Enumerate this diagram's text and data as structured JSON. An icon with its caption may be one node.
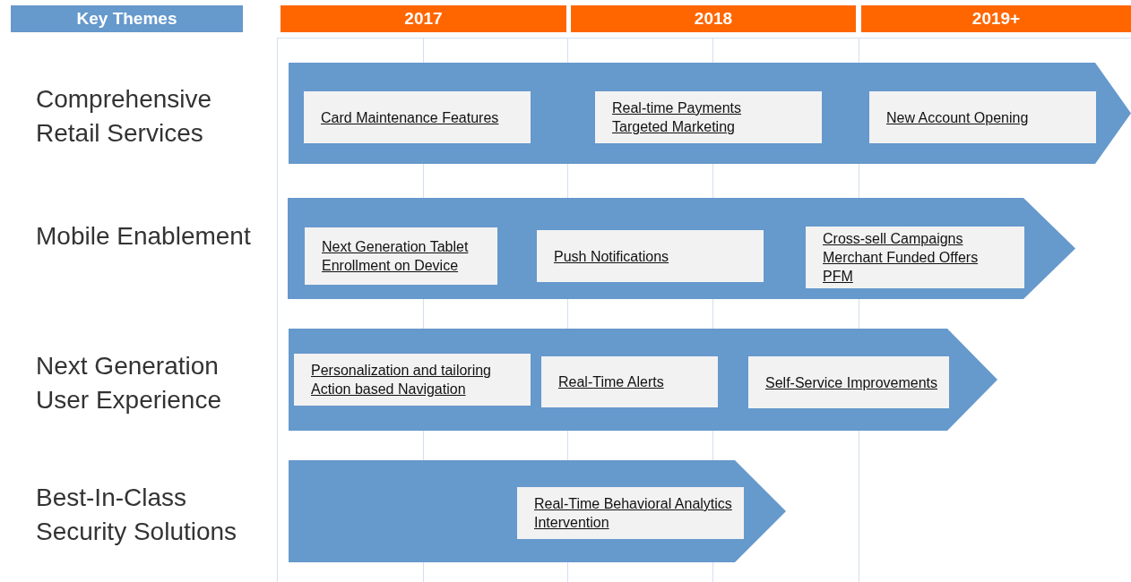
{
  "diagram": {
    "nodes": [
      {
        "text": [
          "Key Themes"
        ]
      },
      {
        "text": [
          "2017"
        ]
      },
      {
        "text": [
          "2018"
        ]
      },
      {
        "text": [
          "2019+"
        ]
      },
      {
        "text": [],
        "shape": "arrow"
      },
      {
        "text": [
          "Card Maintenance Features"
        ],
        "in": 4
      },
      {
        "text": [
          "Real-time Payments",
          "Targeted Marketing"
        ],
        "in": 4
      },
      {
        "text": [
          "New Account Opening"
        ],
        "in": 4
      },
      {
        "text": [],
        "shape": "arrow"
      },
      {
        "text": [
          "Next Generation Tablet",
          "Enrollment on Device"
        ],
        "in": 8
      },
      {
        "text": [
          "Push Notifications"
        ],
        "in": 8
      },
      {
        "text": [
          "Cross-sell Campaigns",
          "Merchant Funded Offers",
          "PFM"
        ],
        "in": 8
      },
      {
        "text": [],
        "shape": "arrow"
      },
      {
        "text": [
          "Personalization and tailoring",
          "Action based Navigation"
        ],
        "in": 12
      },
      {
        "text": [
          "Real-Time Alerts"
        ],
        "in": 12
      },
      {
        "text": [
          "Self-Service Improvements"
        ],
        "in": 12
      },
      {
        "text": [],
        "shape": "arrow"
      },
      {
        "text": [
          "Real-Time Behavioral Analytics Intervention"
        ],
        "in": 16
      }
    ],
    "labels": [
      "Comprehensive Retail Services",
      "Mobile Enablement",
      "Next Generation User Experience",
      "Best-In-Class Security Solutions"
    ]
  }
}
